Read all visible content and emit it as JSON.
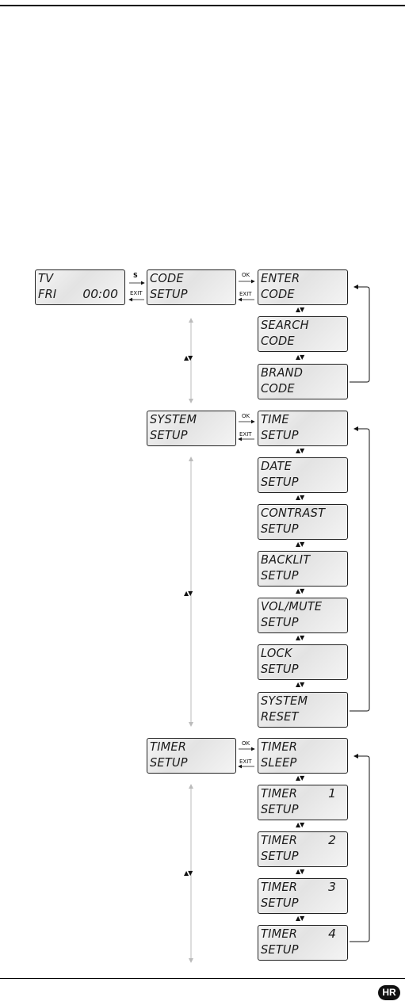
{
  "display_home": {
    "line1": "TV",
    "line2": "FRI",
    "time": "00:00"
  },
  "nav_labels": {
    "set": "S",
    "exit": "EXIT",
    "ok": "OK",
    "updown": "▲▼"
  },
  "code_group": {
    "menu": {
      "line1": "CODE",
      "line2": "SETUP"
    },
    "items": [
      {
        "line1": "ENTER",
        "line2": "CODE"
      },
      {
        "line1": "SEARCH",
        "line2": "CODE"
      },
      {
        "line1": "BRAND",
        "line2": "CODE"
      }
    ]
  },
  "system_group": {
    "menu": {
      "line1": "SYSTEM",
      "line2": "SETUP"
    },
    "items": [
      {
        "line1": "TIME",
        "line2": "SETUP"
      },
      {
        "line1": "DATE",
        "line2": "SETUP"
      },
      {
        "line1": "CONTRAST",
        "line2": "SETUP"
      },
      {
        "line1": "BACKLIT",
        "line2": "SETUP"
      },
      {
        "line1": "VOL/MUTE",
        "line2": "SETUP"
      },
      {
        "line1": "LOCK",
        "line2": "SETUP"
      },
      {
        "line1": "SYSTEM",
        "line2": "RESET"
      }
    ]
  },
  "timer_group": {
    "menu": {
      "line1": "TIMER",
      "line2": "SETUP"
    },
    "items": [
      {
        "line1": "TIMER",
        "line2": "SLEEP",
        "num": ""
      },
      {
        "line1": "TIMER",
        "line2": "SETUP",
        "num": "1"
      },
      {
        "line1": "TIMER",
        "line2": "SETUP",
        "num": "2"
      },
      {
        "line1": "TIMER",
        "line2": "SETUP",
        "num": "3"
      },
      {
        "line1": "TIMER",
        "line2": "SETUP",
        "num": "4"
      }
    ]
  },
  "language_badge": "HR"
}
